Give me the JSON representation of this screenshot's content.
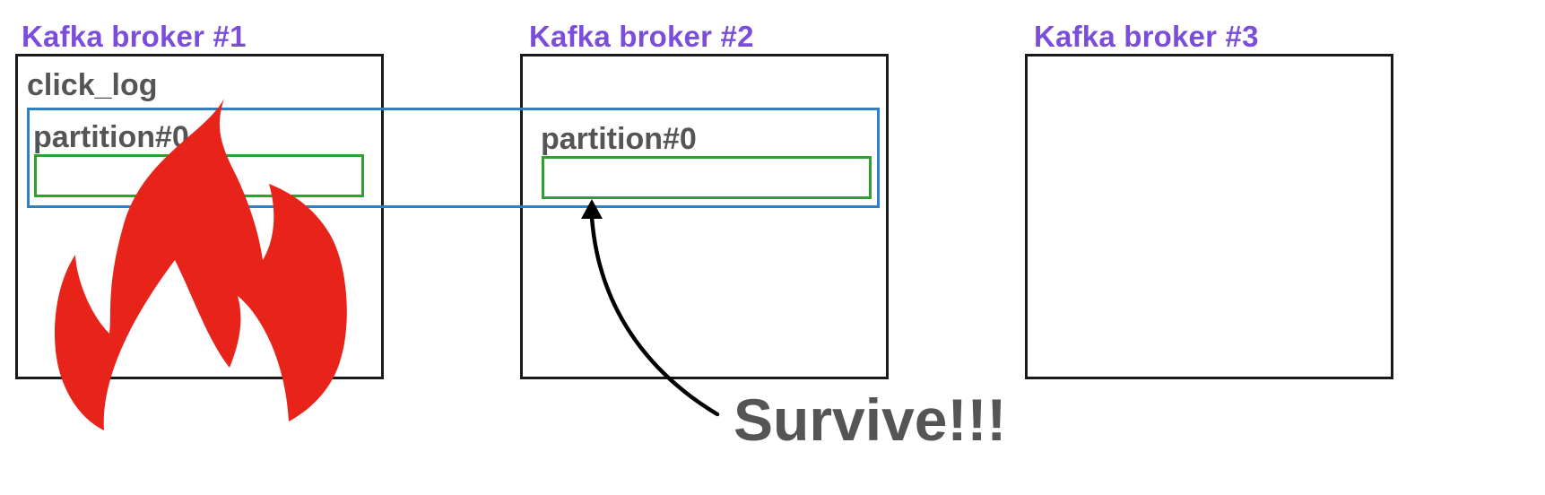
{
  "brokers": [
    {
      "title": "Kafka broker #1"
    },
    {
      "title": "Kafka broker #2"
    },
    {
      "title": "Kafka broker #3"
    }
  ],
  "topic": {
    "name": "click_log"
  },
  "partitions": [
    {
      "label": "partition#0"
    },
    {
      "label": "partition#0"
    }
  ],
  "callout": {
    "text": "Survive!!!"
  },
  "colors": {
    "broker_title": "#7b4ddb",
    "broker_border": "#1a1a1a",
    "topic_border": "#2f7fc1",
    "partition_border": "#2ea12e",
    "fire": "#e8231a",
    "label_text": "#555555"
  },
  "icons": [
    "fire-icon",
    "arrow-icon"
  ]
}
